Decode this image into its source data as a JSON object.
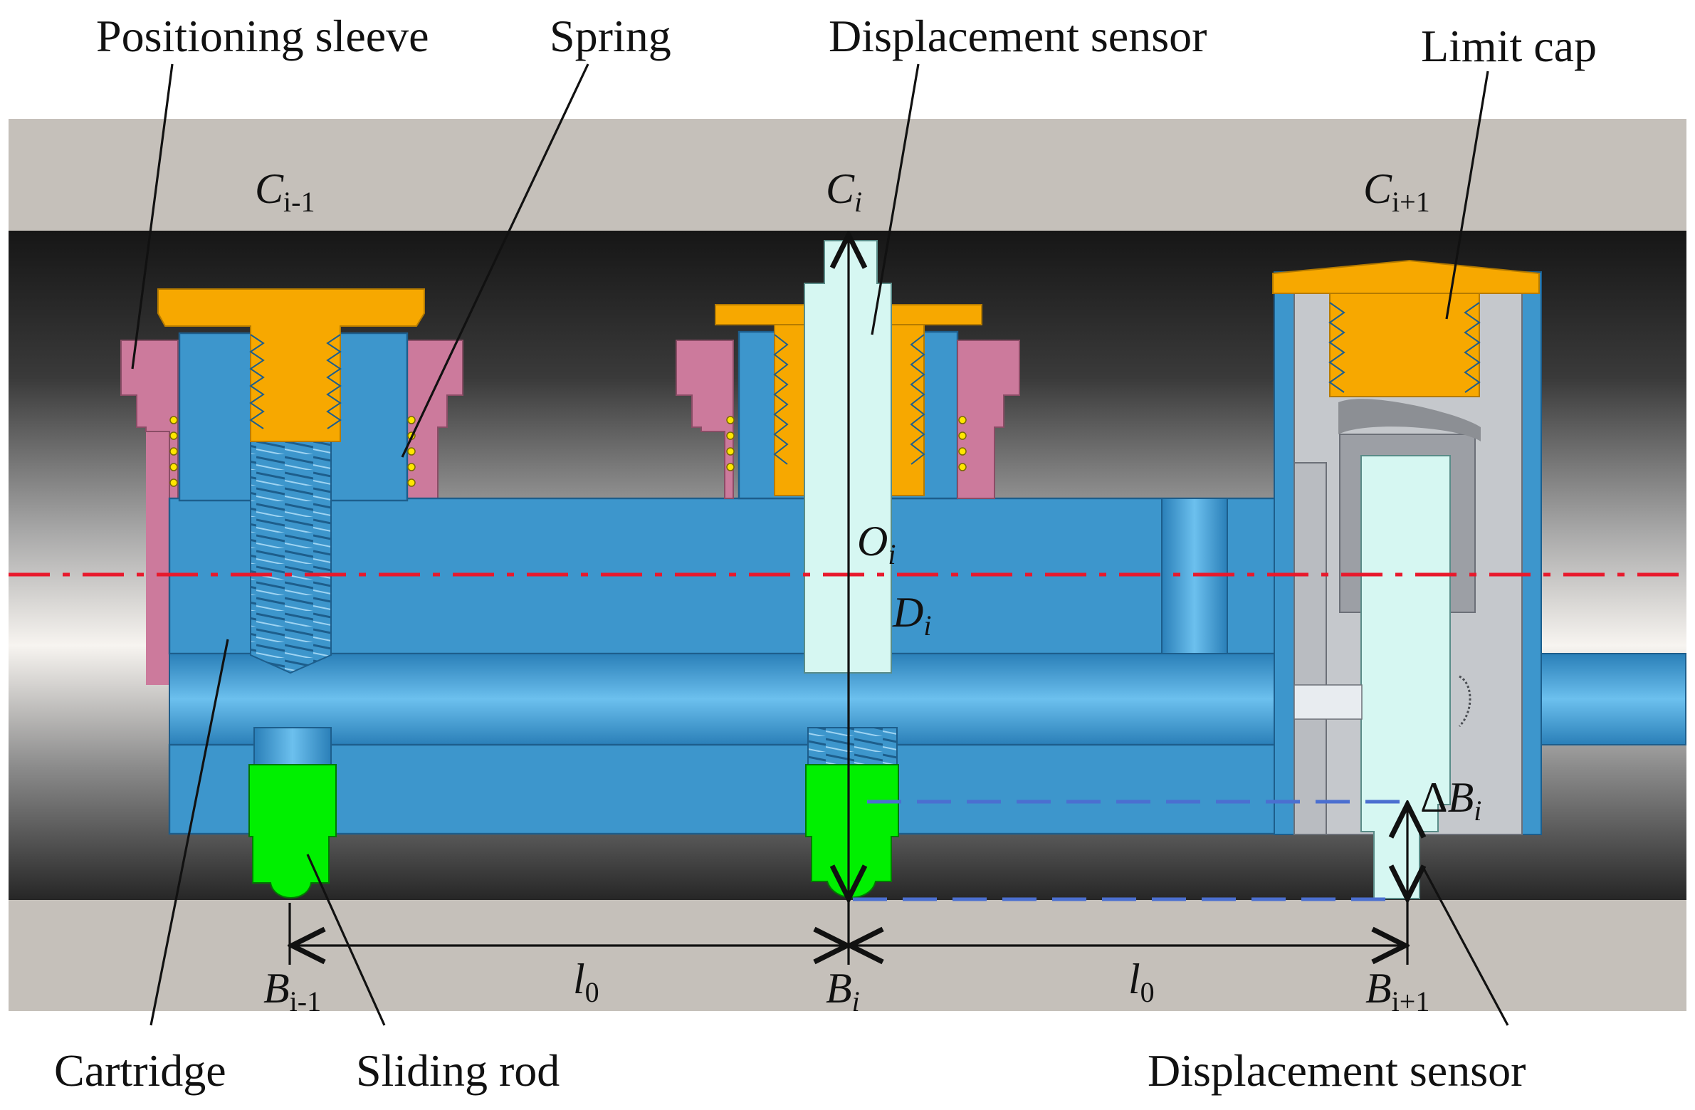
{
  "callouts": {
    "positioning_sleeve": "Positioning sleeve",
    "spring": "Spring",
    "displacement_sensor_top": "Displacement sensor",
    "limit_cap": "Limit cap",
    "cartridge": "Cartridge",
    "sliding_rod": "Sliding rod",
    "displacement_sensor_bottom": "Displacement sensor"
  },
  "symbols": {
    "c_prev": {
      "base": "C",
      "sub": "i-1"
    },
    "c_cur": {
      "base": "C",
      "sub": "i"
    },
    "c_next": {
      "base": "C",
      "sub": "i+1"
    },
    "o_cur": {
      "base": "O",
      "sub": "i"
    },
    "d_cur": {
      "base": "D",
      "sub": "i"
    },
    "delta_b": {
      "prefix": "Δ",
      "base": "B",
      "sub": "i"
    },
    "b_prev": {
      "base": "B",
      "sub": "i-1"
    },
    "b_cur": {
      "base": "B",
      "sub": "i"
    },
    "b_next": {
      "base": "B",
      "sub": "i+1"
    },
    "spacing_left": {
      "base": "l",
      "sub": "0"
    },
    "spacing_right": {
      "base": "l",
      "sub": "0"
    }
  },
  "colors": {
    "cartridge": "#3d96cc",
    "limit_cap": "#f7a800",
    "positioning_sleeve": "#cc7a9c",
    "sensor": "#d6f7f2",
    "sliding_rod": "#00f000",
    "casing": "#c5c0ba",
    "centerline": "#e8192c",
    "reference_dash": "#4b6fd0"
  }
}
